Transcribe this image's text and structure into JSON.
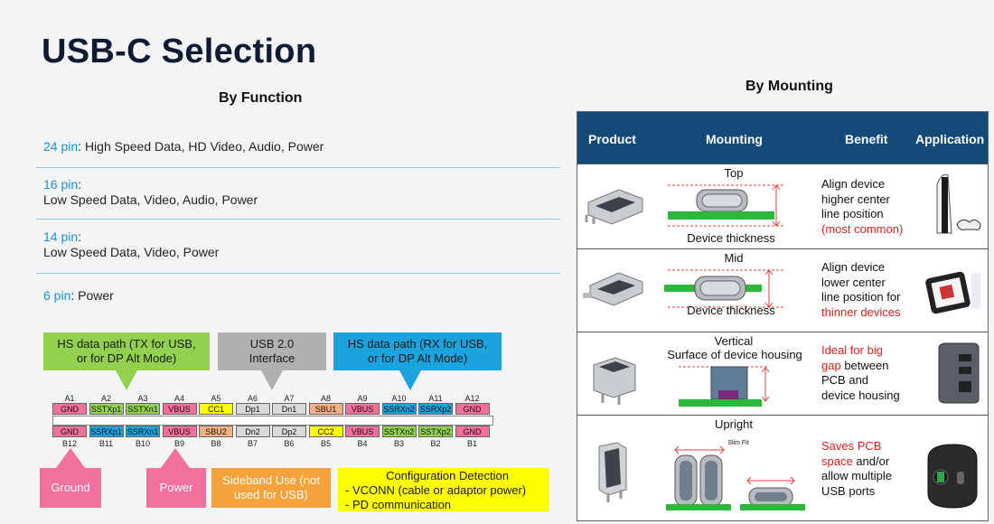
{
  "title": "USB-C Selection",
  "by_function": {
    "heading": "By Function",
    "rows": [
      {
        "pins": "24 pin",
        "sep": ": ",
        "desc": "High Speed Data, HD Video, Audio, Power"
      },
      {
        "pins": "16 pin",
        "sep": ":",
        "desc": "Low Speed Data, Video, Audio, Power"
      },
      {
        "pins": "14 pin",
        "sep": ":",
        "desc": "Low Speed Data, Video, Power"
      },
      {
        "pins": "6 pin",
        "sep": ": ",
        "desc": "Power"
      }
    ]
  },
  "pinout": {
    "callouts": {
      "hs_tx": "HS data path (TX for USB,\nor for DP Alt Mode)",
      "usb2": "USB 2.0\nInterface",
      "hs_rx": "HS data path (RX for USB,\nor for DP Alt Mode)",
      "ground": "Ground",
      "power": "Power",
      "sideband": "Sideband Use (not\nused for USB)",
      "config_title": "Configuration Detection",
      "config_line1": "- VCONN (cable or adaptor power)",
      "config_line2": "- PD communication"
    },
    "top_labels": [
      "A1",
      "A2",
      "A3",
      "A4",
      "A5",
      "A6",
      "A7",
      "A8",
      "A9",
      "A10",
      "A11",
      "A12"
    ],
    "top_pins": [
      "GND",
      "SSTXp1",
      "SSTXn1",
      "VBUS",
      "CC1",
      "Dp1",
      "Dn1",
      "SBU1",
      "VBUS",
      "SSRXn2",
      "SSRXp2",
      "GND"
    ],
    "bottom_pins": [
      "GND",
      "SSRXp1",
      "SSRXn1",
      "VBUS",
      "SBU2",
      "Dn2",
      "Dp2",
      "CC2",
      "VBUS",
      "SSTXn2",
      "SSTXp2",
      "GND"
    ],
    "bottom_labels": [
      "B12",
      "B11",
      "B10",
      "B9",
      "B8",
      "B7",
      "B6",
      "B5",
      "B4",
      "B3",
      "B2",
      "B1"
    ],
    "colors": {
      "GND": "#f2709c",
      "SSTX": "#92d050",
      "SSRX": "#1aa3dc",
      "VBUS": "#f2709c",
      "CC": "#ffff00",
      "D": "#d9d9d9",
      "SBU": "#f5b183"
    }
  },
  "by_mounting": {
    "heading": "By Mounting",
    "headers": [
      "Product",
      "Mounting",
      "Benefit",
      "Application"
    ],
    "rows": [
      {
        "mount": "Top",
        "note": "Device thickness",
        "benefit": "Align device\nhigher center\nline position",
        "highlight": "(most common)"
      },
      {
        "mount": "Mid",
        "note": "Device thickness",
        "benefit": "Align device\nlower center\nline position for",
        "highlight": "thinner devices"
      },
      {
        "mount": "Vertical",
        "note": "Surface of device housing",
        "highlight": "Ideal for big\ngap",
        "benefit": " between\nPCB and\ndevice housing"
      },
      {
        "mount": "Upright",
        "note": "Slim Fit",
        "highlight": "Saves PCB\nspace",
        "benefit": " and/or\nallow multiple\nUSB ports"
      }
    ]
  },
  "style": {
    "accent": "#134a77",
    "pin_blue": "#1e8fd1",
    "highlight_red": "#e0201c",
    "pcb_green": "#2db83d"
  }
}
